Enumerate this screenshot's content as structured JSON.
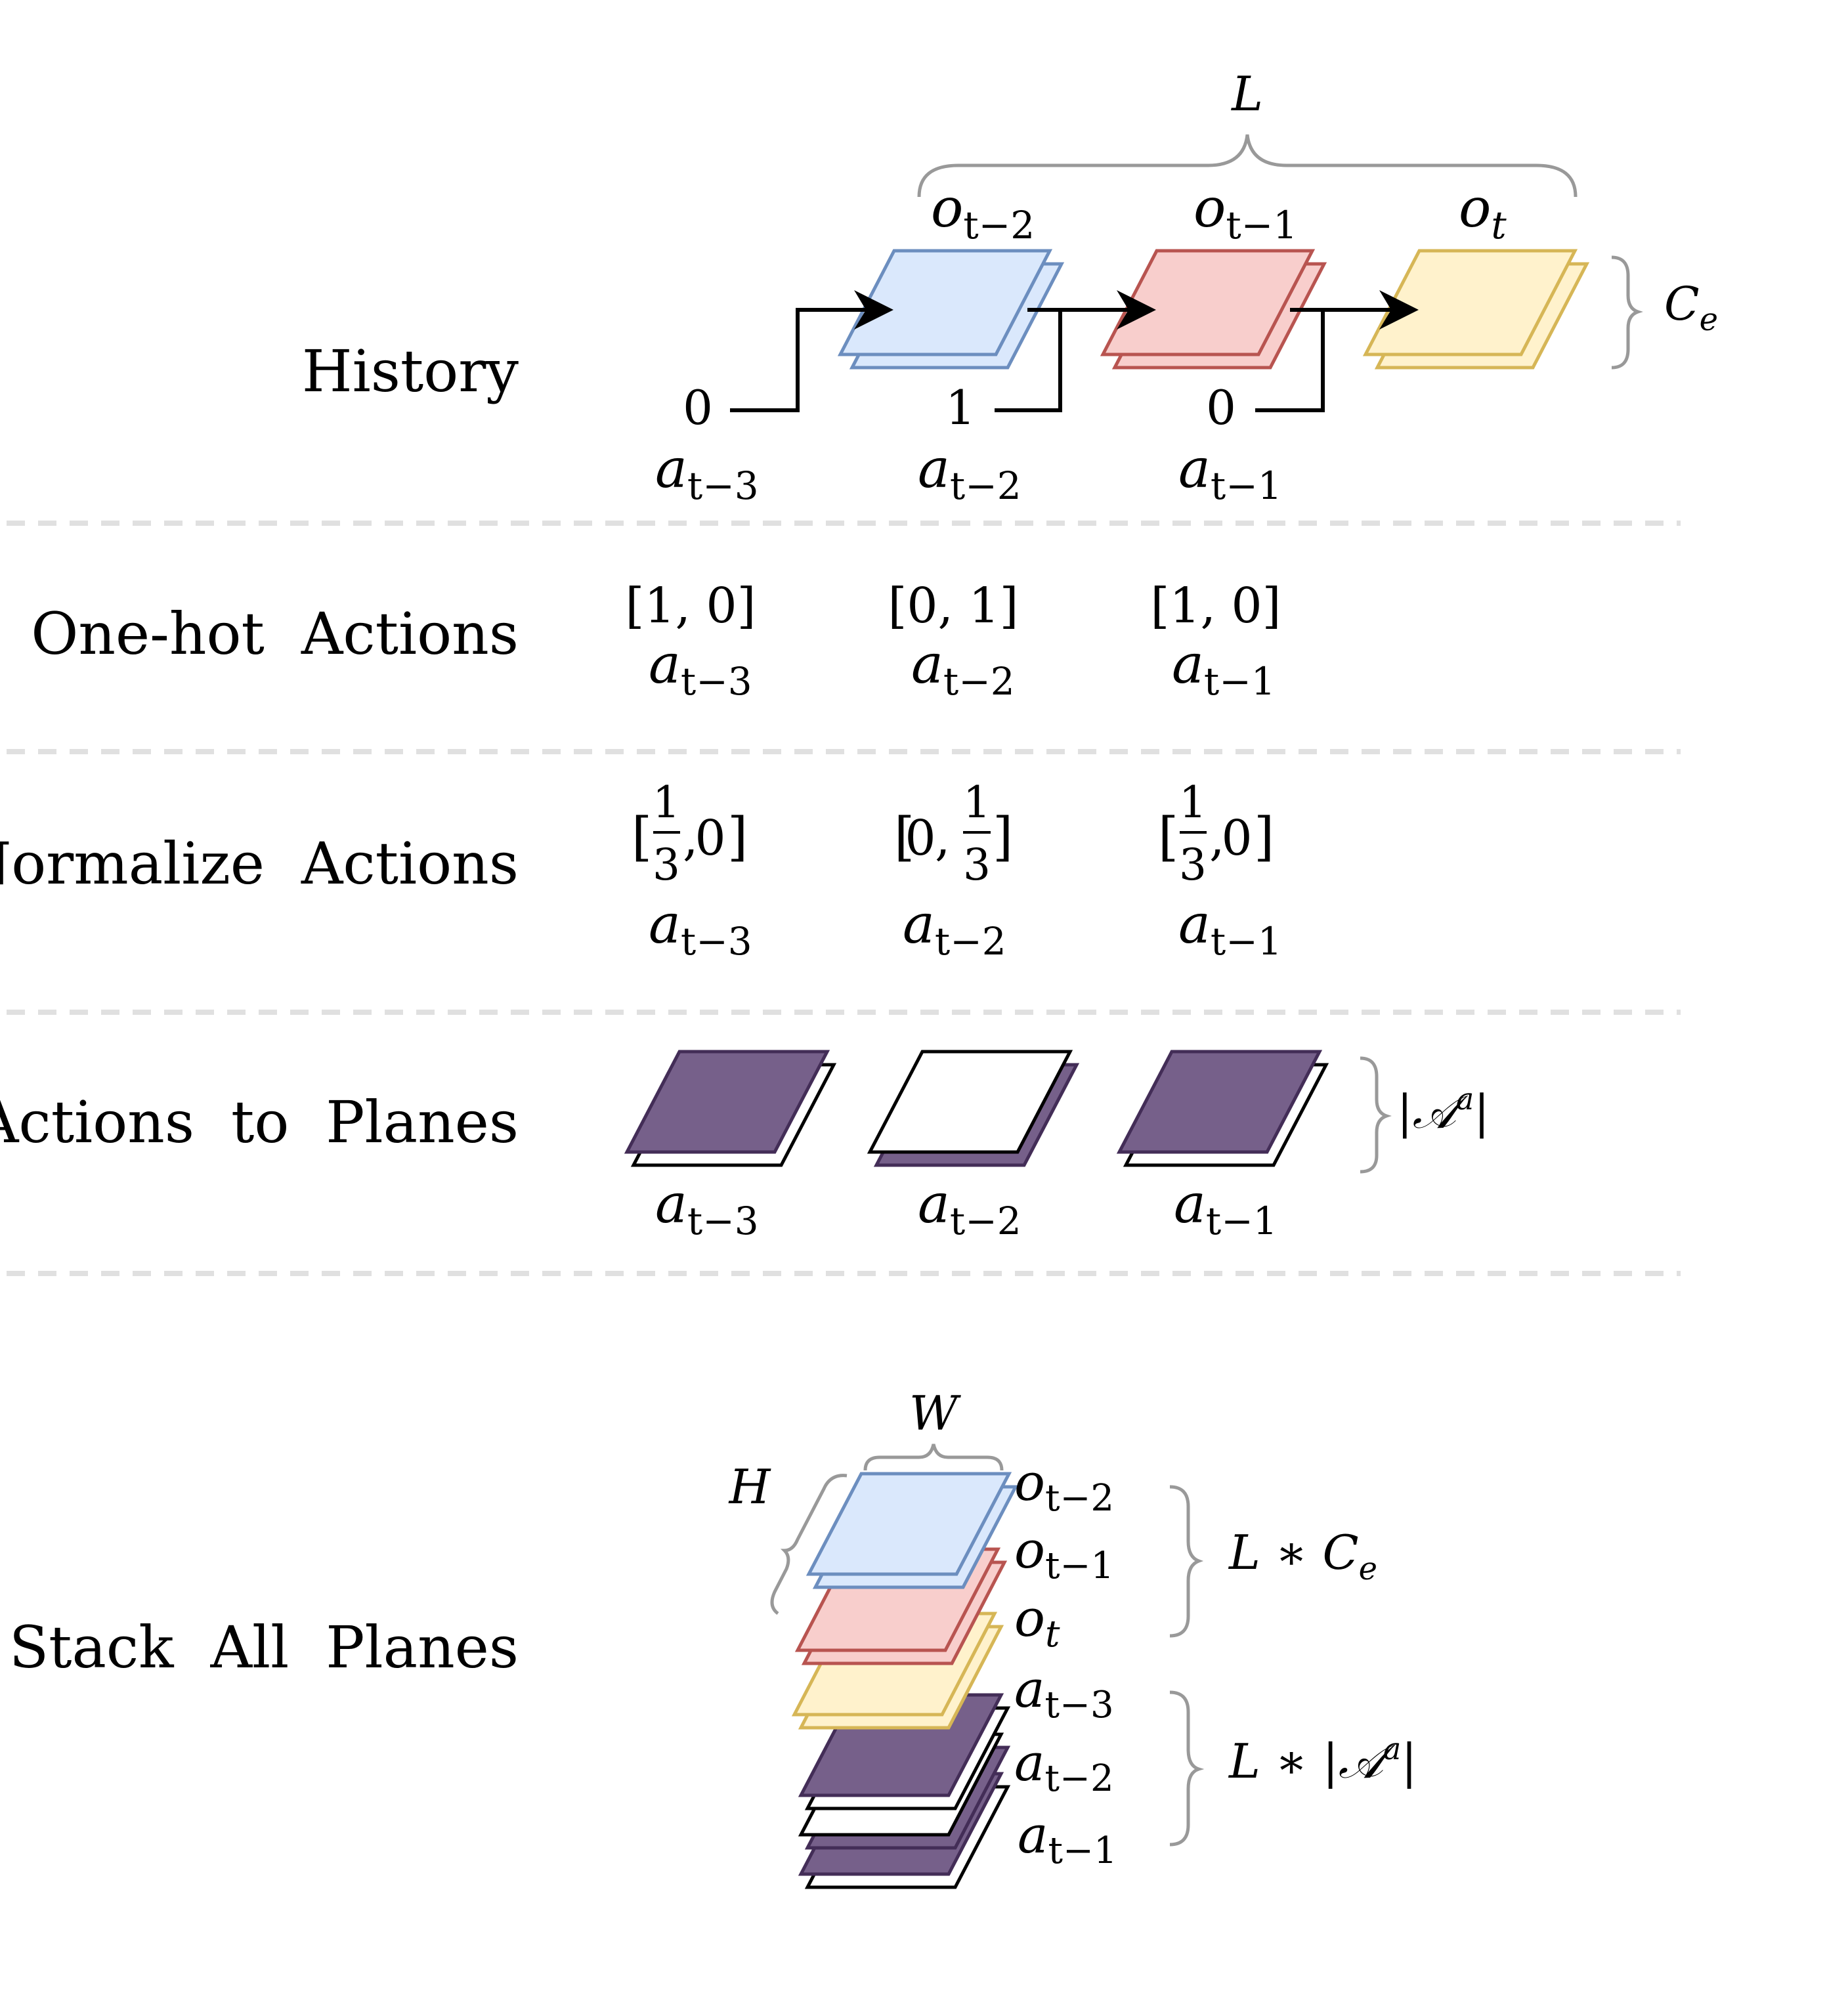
{
  "colors": {
    "blue_fill": "#dae8fc",
    "blue_stroke": "#6c8ebf",
    "red_fill": "#f8cecc",
    "red_stroke": "#b85450",
    "yellow_fill": "#fff2cc",
    "yellow_stroke": "#d6b656",
    "purple_fill": "#76608a",
    "purple_stroke": "#432d57",
    "divider": "#e0e0e0",
    "brace": "#999999"
  },
  "rows": {
    "history": "History",
    "onehot": "One-hot  Actions",
    "normalize": "Normalize  Actions",
    "planes": "Actions  to  Planes",
    "stack": "Stack  All  Planes"
  },
  "symbols": {
    "L": "L",
    "Ce": "C",
    "Ce_sub": "e",
    "W": "W",
    "H": "H",
    "o": "o",
    "a": "a",
    "A_abs": "|𝒜",
    "A_sup": "a",
    "A_close": "|",
    "L_times_Ce": "L ∗ C",
    "L_times_A": "L ∗ |𝒜"
  },
  "history": {
    "obs_subs": [
      "t−2",
      "t−1",
      "t"
    ],
    "action_values": [
      "0",
      "1",
      "0"
    ],
    "action_subs": [
      "t−3",
      "t−2",
      "t−1"
    ]
  },
  "onehot": {
    "vectors": [
      "[1, 0]",
      "[0, 1]",
      "[1, 0]"
    ],
    "subs": [
      "t−3",
      "t−2",
      "t−1"
    ]
  },
  "normalize": {
    "frac_num": "1",
    "frac_den": "3",
    "zero": "0",
    "subs": [
      "t−3",
      "t−2",
      "t−1"
    ]
  },
  "planes": {
    "subs": [
      "t−3",
      "t−2",
      "t−1"
    ]
  },
  "stack": {
    "labels": [
      {
        "base": "o",
        "sub": "t−2"
      },
      {
        "base": "o",
        "sub": "t−1"
      },
      {
        "base": "o",
        "sub": "t"
      },
      {
        "base": "a",
        "sub": "t−3"
      },
      {
        "base": "a",
        "sub": "t−2"
      },
      {
        "base": "a",
        "sub": "t−1"
      }
    ]
  }
}
